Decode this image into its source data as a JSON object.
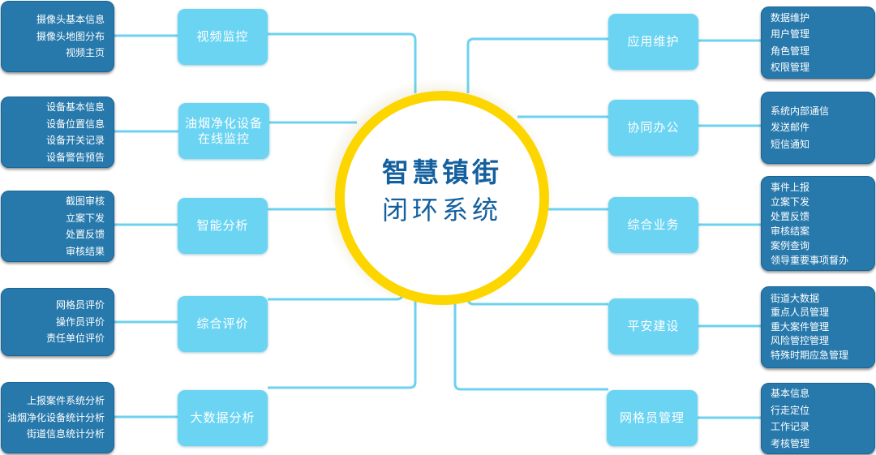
{
  "hub": {
    "title_line1": "智慧镇街",
    "title_line2": "闭环系统"
  },
  "colors": {
    "category_box": "#6bd4f2",
    "detail_box": "#2779ac",
    "connector": "#6dd2ef",
    "hub_ring": "#fdd600",
    "hub_text": "#14609f"
  },
  "left": [
    {
      "category": [
        "视频监控"
      ],
      "items": [
        "摄像头基本信息",
        "摄像头地图分布",
        "视频主页"
      ]
    },
    {
      "category": [
        "油烟净化设备",
        "在线监控"
      ],
      "items": [
        "设备基本信息",
        "设备位置信息",
        "设备开关记录",
        "设备警告预告"
      ]
    },
    {
      "category": [
        "智能分析"
      ],
      "items": [
        "截图审核",
        "立案下发",
        "处置反馈",
        "审核结果"
      ]
    },
    {
      "category": [
        "综合评价"
      ],
      "items": [
        "网格员评价",
        "操作员评价",
        "责任单位评价"
      ]
    },
    {
      "category": [
        "大数据分析"
      ],
      "items": [
        "上报案件系统分析",
        "油烟净化设备统计分析",
        "街道信息统计分析"
      ]
    }
  ],
  "right": [
    {
      "category": [
        "应用维护"
      ],
      "items": [
        "数据维护",
        "用户管理",
        "角色管理",
        "权限管理"
      ]
    },
    {
      "category": [
        "协同办公"
      ],
      "items": [
        "系统内部通信",
        "发送邮件",
        "短信通知"
      ]
    },
    {
      "category": [
        "综合业务"
      ],
      "items": [
        "事件上报",
        "立案下发",
        "处置反馈",
        "审核结案",
        "案例查询",
        "领导重要事项督办"
      ]
    },
    {
      "category": [
        "平安建设"
      ],
      "items": [
        "街道大数据",
        "重点人员管理",
        "重大案件管理",
        "风险管控管理",
        "特殊时期应急管理"
      ]
    },
    {
      "category": [
        "网格员管理"
      ],
      "items": [
        "基本信息",
        "行走定位",
        "工作记录",
        "考核管理"
      ]
    }
  ]
}
